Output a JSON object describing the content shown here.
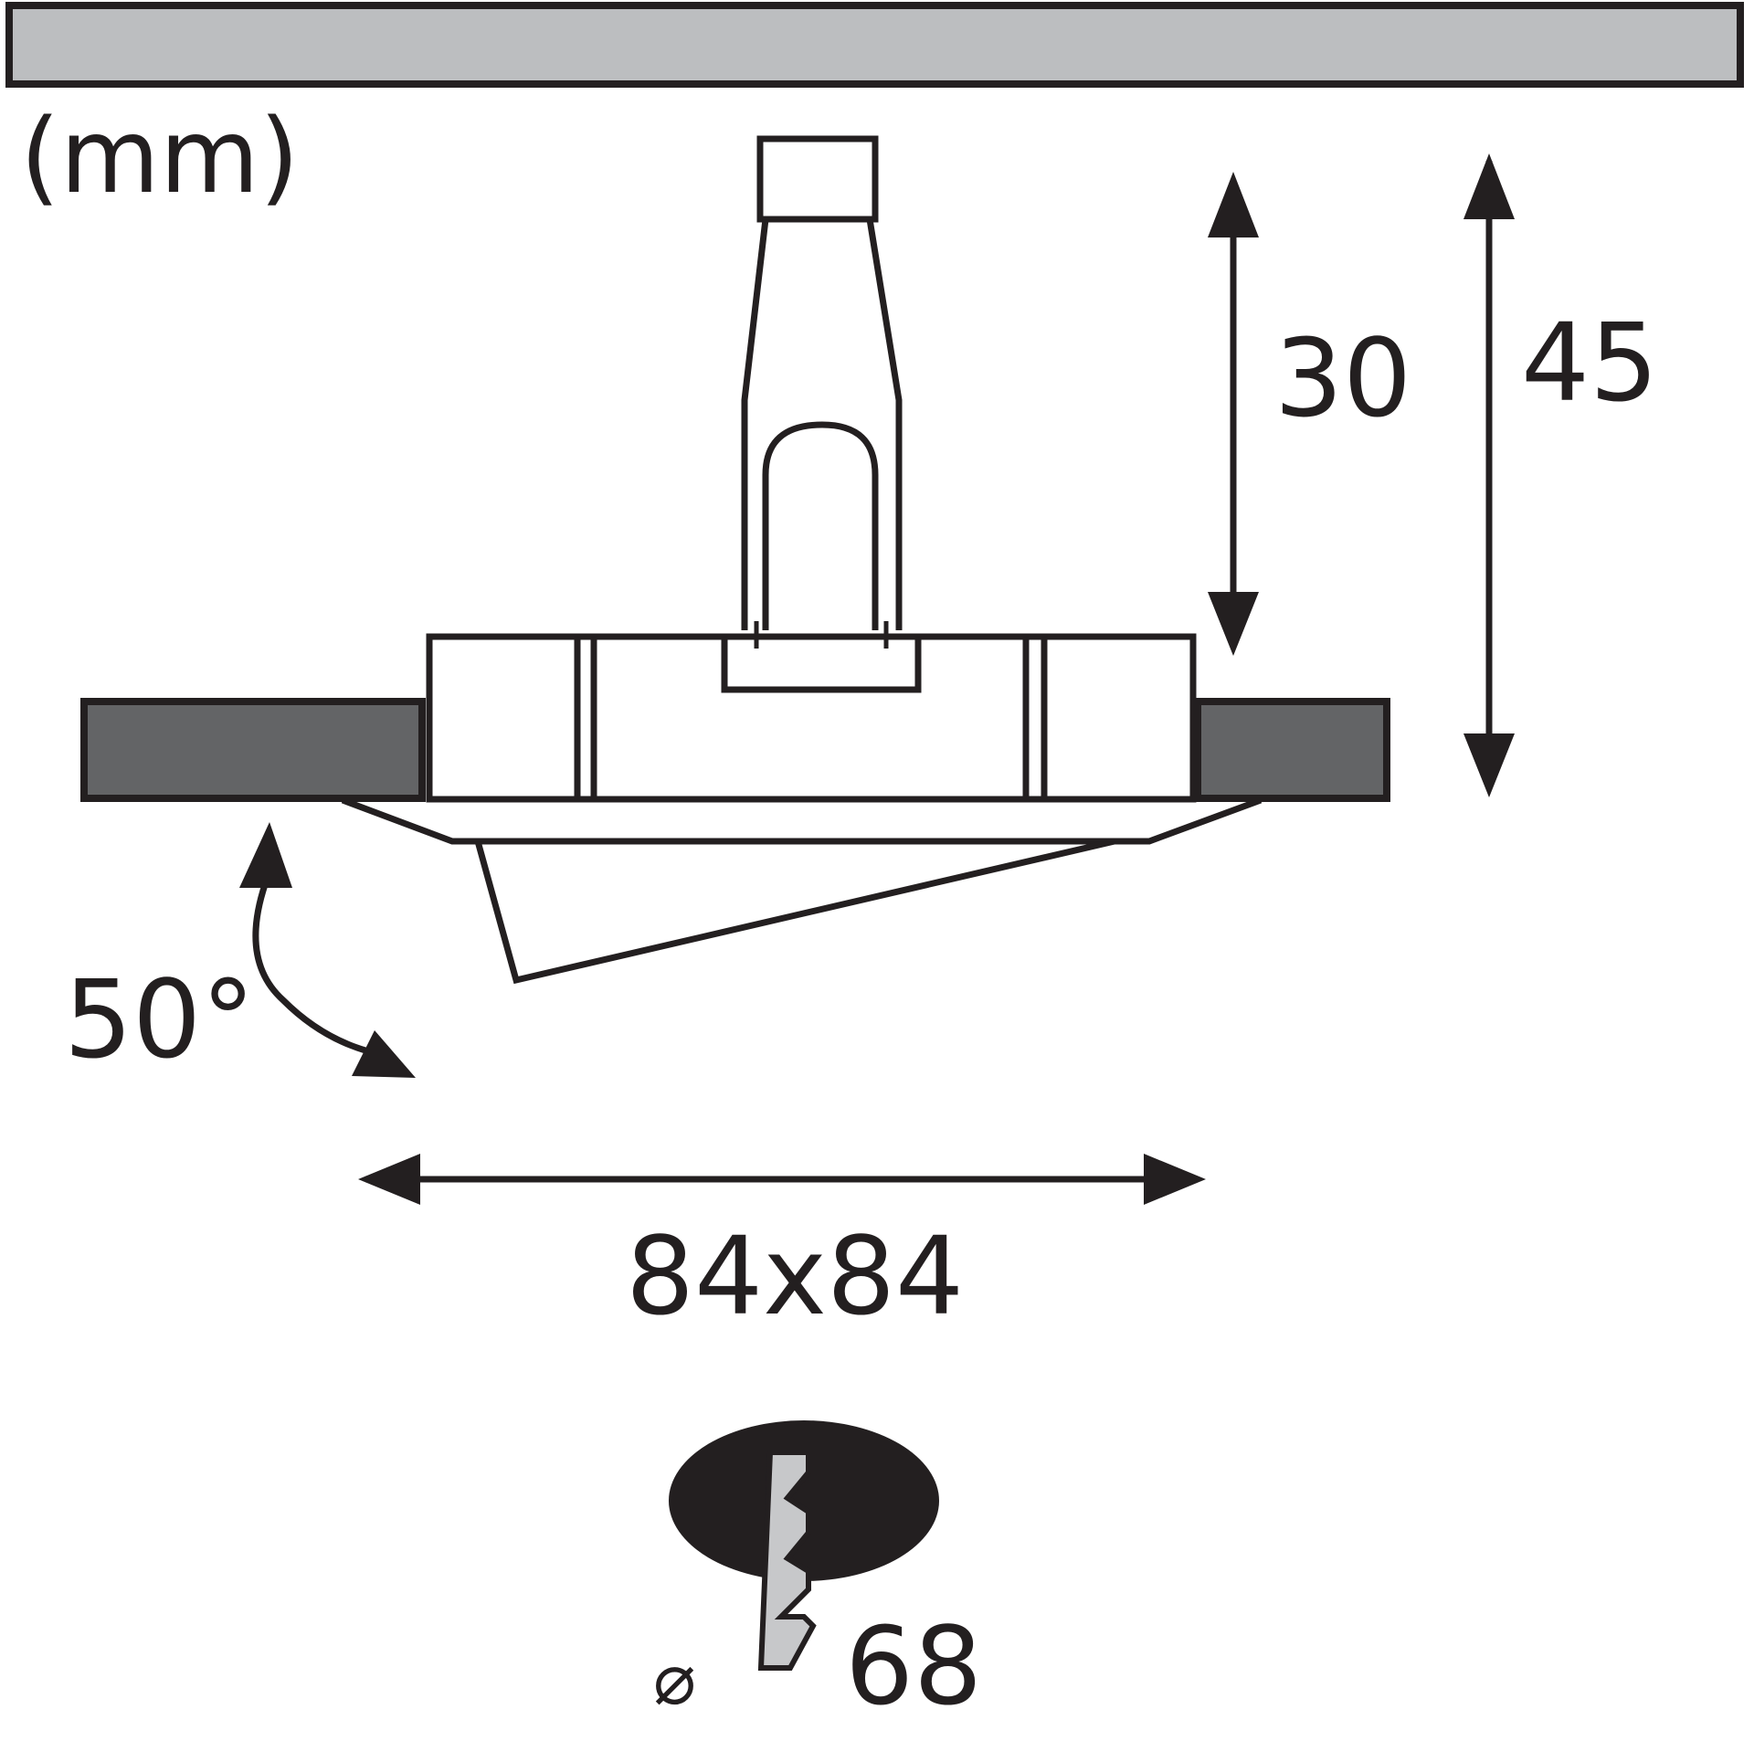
{
  "unit_label": "(mm)",
  "dimensions": {
    "housing_depth": "30",
    "total_depth": "45",
    "tilt_angle": "50°",
    "frame_size": "84x84",
    "cutout_symbol": "⌀",
    "cutout_diameter": "68"
  },
  "colors": {
    "line": "#231f20",
    "ceiling_light": "#bcbec0",
    "ceiling_dark": "#636466",
    "drill_icon_fill": "#231f20",
    "drill_bit": "#c7c8ca"
  },
  "icons": [
    "ceiling-panel",
    "spot-fixture",
    "drill-hole-icon"
  ]
}
